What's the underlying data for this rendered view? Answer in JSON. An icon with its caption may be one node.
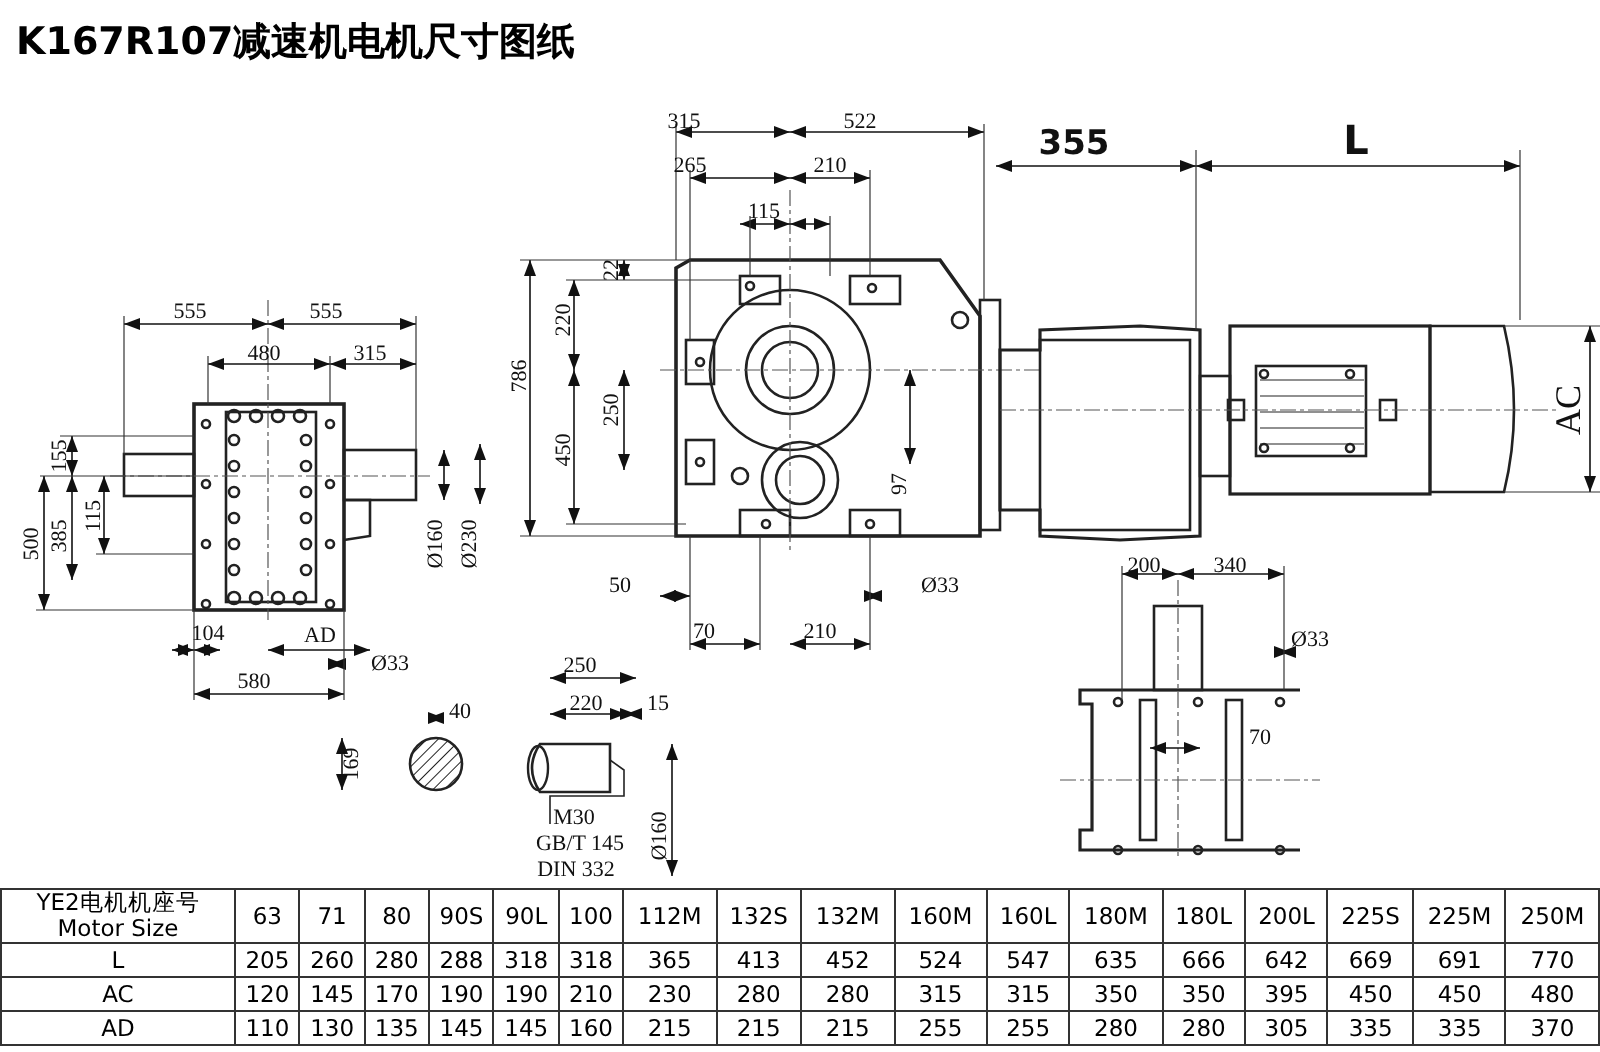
{
  "diagram": {
    "title": "K167R107减速机电机尺寸图纸",
    "labels": [
      "555",
      "555",
      "480",
      "315",
      "155",
      "500",
      "385",
      "115",
      "Ø160",
      "Ø230",
      "104",
      "AD",
      "Ø33",
      "580",
      "315",
      "522",
      "265",
      "210",
      "115",
      "22",
      "220",
      "786",
      "250",
      "450",
      "97",
      "50",
      "Ø33",
      "70",
      "210",
      "355",
      "L",
      "AC",
      "40",
      "169",
      "250",
      "220",
      "15",
      "M30",
      "GB/T 145",
      "DIN 332",
      "Ø160",
      "200",
      "340",
      "Ø33",
      "70",
      "YE2电机机座号 Motor Size",
      "63",
      "71",
      "80",
      "90S",
      "90L",
      "100",
      "112M",
      "132S",
      "132M",
      "160M",
      "160L",
      "180M",
      "180L",
      "200L",
      "225S",
      "225M",
      "250M",
      "L",
      "205",
      "260",
      "280",
      "288",
      "318",
      "318",
      "365",
      "413",
      "452",
      "524",
      "547",
      "635",
      "666",
      "642",
      "669",
      "691",
      "770",
      "AC",
      "120",
      "145",
      "170",
      "190",
      "190",
      "210",
      "230",
      "280",
      "280",
      "315",
      "315",
      "350",
      "350",
      "395",
      "450",
      "450",
      "480",
      "AD",
      "110",
      "130",
      "135",
      "145",
      "145",
      "160",
      "215",
      "215",
      "215",
      "255",
      "255",
      "280",
      "280",
      "305",
      "335",
      "335",
      "370"
    ]
  }
}
